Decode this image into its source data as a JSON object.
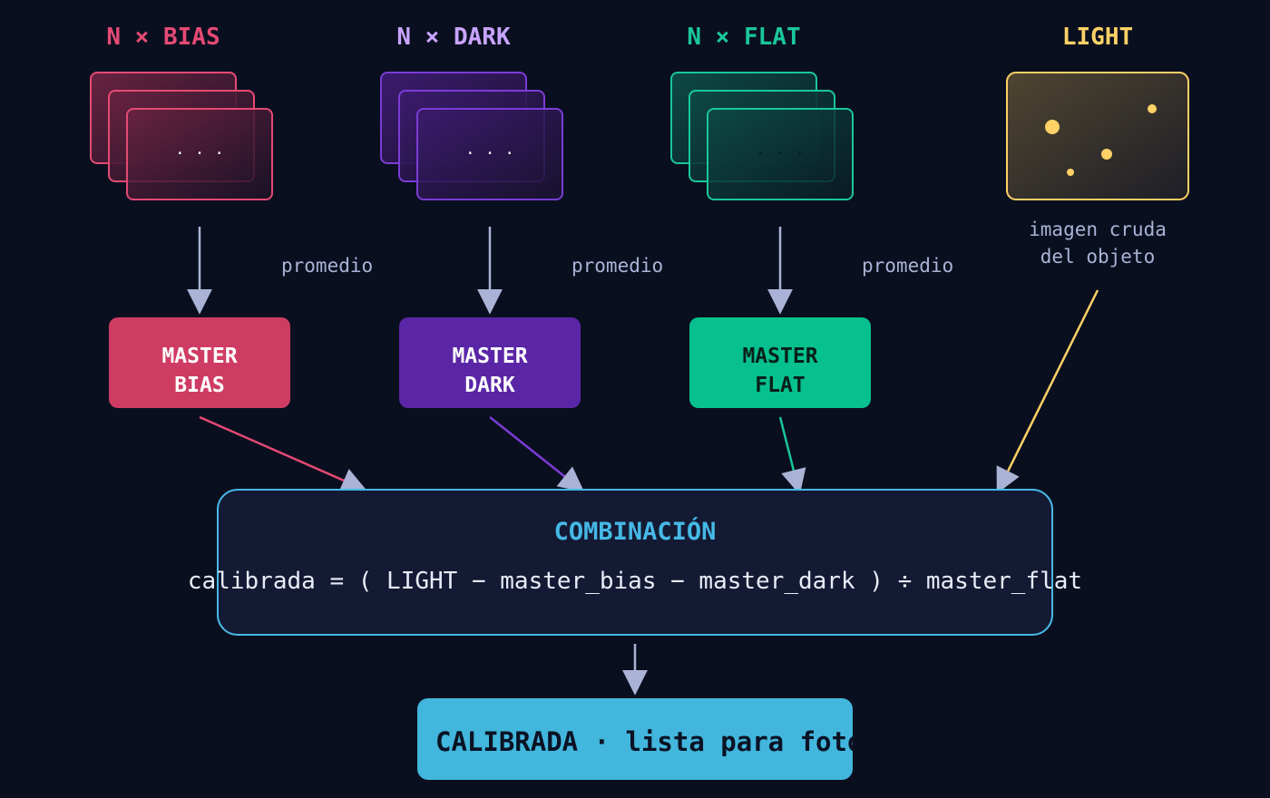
{
  "frames": {
    "bias": {
      "label": "N × BIAS",
      "dots": "· · ·",
      "color": "#e44a74"
    },
    "dark": {
      "label": "N × DARK",
      "dots": "· · ·",
      "color": "#c8a4ff"
    },
    "flat": {
      "label": "N × FLAT",
      "dots": "· · ·",
      "color": "#19c79a"
    },
    "light": {
      "label": "LIGHT",
      "note_line1": "imagen cruda",
      "note_line2": "del objeto",
      "color": "#ffd166"
    }
  },
  "arrow_labels": {
    "bias": "promedio",
    "dark": "promedio",
    "flat": "promedio"
  },
  "masters": {
    "bias": {
      "line1": "MASTER",
      "line2": "BIAS",
      "color": "#cf3c63"
    },
    "dark": {
      "line1": "MASTER",
      "line2": "DARK",
      "color": "#5b26a6"
    },
    "flat": {
      "line1": "MASTER",
      "line2": "FLAT",
      "color": "#06c08d"
    }
  },
  "combination": {
    "title": "COMBINACIÓN",
    "formula": "calibrada = ( LIGHT − master_bias − master_dark ) ÷ master_flat",
    "color": "#46b9e6"
  },
  "result": {
    "label": "CALIBRADA · lista para fotometría",
    "color": "#42b6dc"
  }
}
